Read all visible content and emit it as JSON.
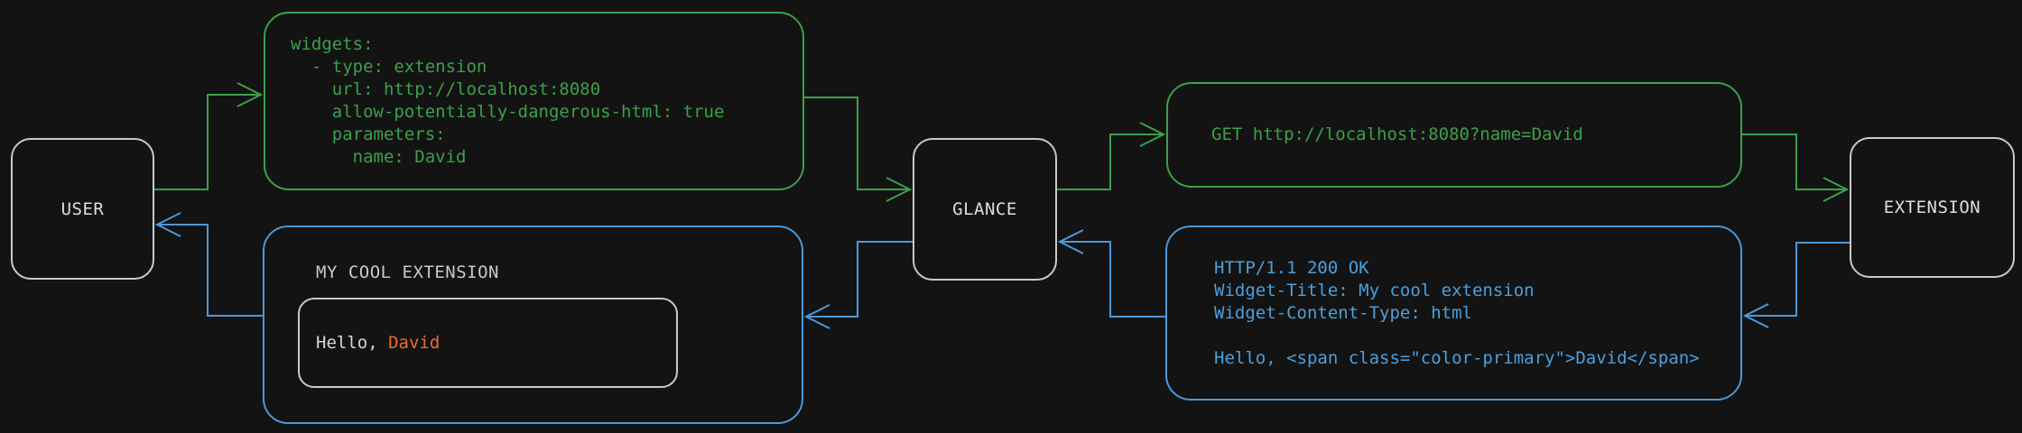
{
  "nodes": {
    "user": {
      "label": "USER"
    },
    "glance": {
      "label": "GLANCE"
    },
    "extension": {
      "label": "EXTENSION"
    }
  },
  "messages": {
    "config_yaml": {
      "text": "widgets:\n  - type: extension\n    url: http://localhost:8080\n    allow-potentially-dangerous-html: true\n    parameters:\n      name: David"
    },
    "http_request": {
      "text": "GET http://localhost:8080?name=David"
    },
    "http_response": {
      "text": "HTTP/1.1 200 OK\nWidget-Title: My cool extension\nWidget-Content-Type: html\n\nHello, <span class=\"color-primary\">David</span>"
    },
    "rendered_widget": {
      "title": "MY COOL EXTENSION",
      "greeting_prefix": "Hello, ",
      "greeting_name": "David"
    }
  },
  "colors": {
    "background": "#131313",
    "flow_request_green": "#3CA04B",
    "flow_response_blue": "#4D98D8",
    "accent_orange": "#E8702C",
    "node_border_gray": "#c9c9c9"
  }
}
